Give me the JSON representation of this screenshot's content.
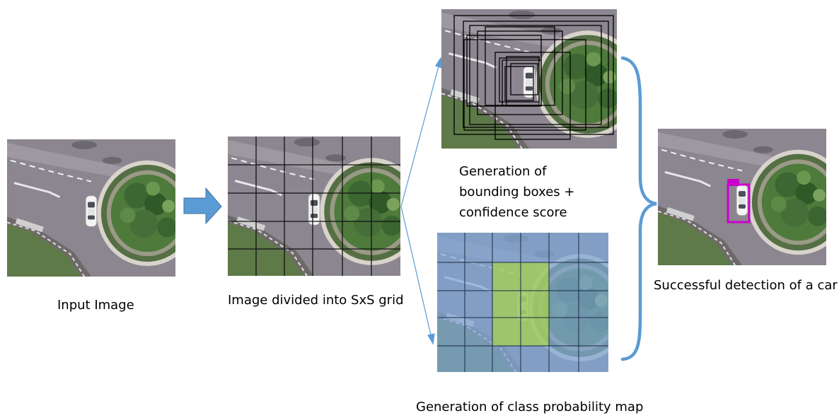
{
  "captions": {
    "input": "Input Image",
    "grid": "Image divided into SxS grid",
    "bbox_line1": "Generation of",
    "bbox_line2": "bounding boxes +",
    "bbox_line3": "confidence score",
    "classmap": "Generation of class probability map",
    "detection": "Successful detection of a car"
  },
  "colors": {
    "road": "#8e8890",
    "grass": "#4d7a44",
    "tree": "#3f6a35",
    "arrow_fill": "#5b9bd5",
    "brace": "#5b9bd5",
    "overlay_blue": "#7fa7d8",
    "overlay_green": "#9cc84b",
    "detection_box": "#cc00cc"
  },
  "icons": {
    "process_arrow": "block-arrow-right",
    "split_arrows": "thin-arrows",
    "merge_brace": "right-curly-brace"
  }
}
